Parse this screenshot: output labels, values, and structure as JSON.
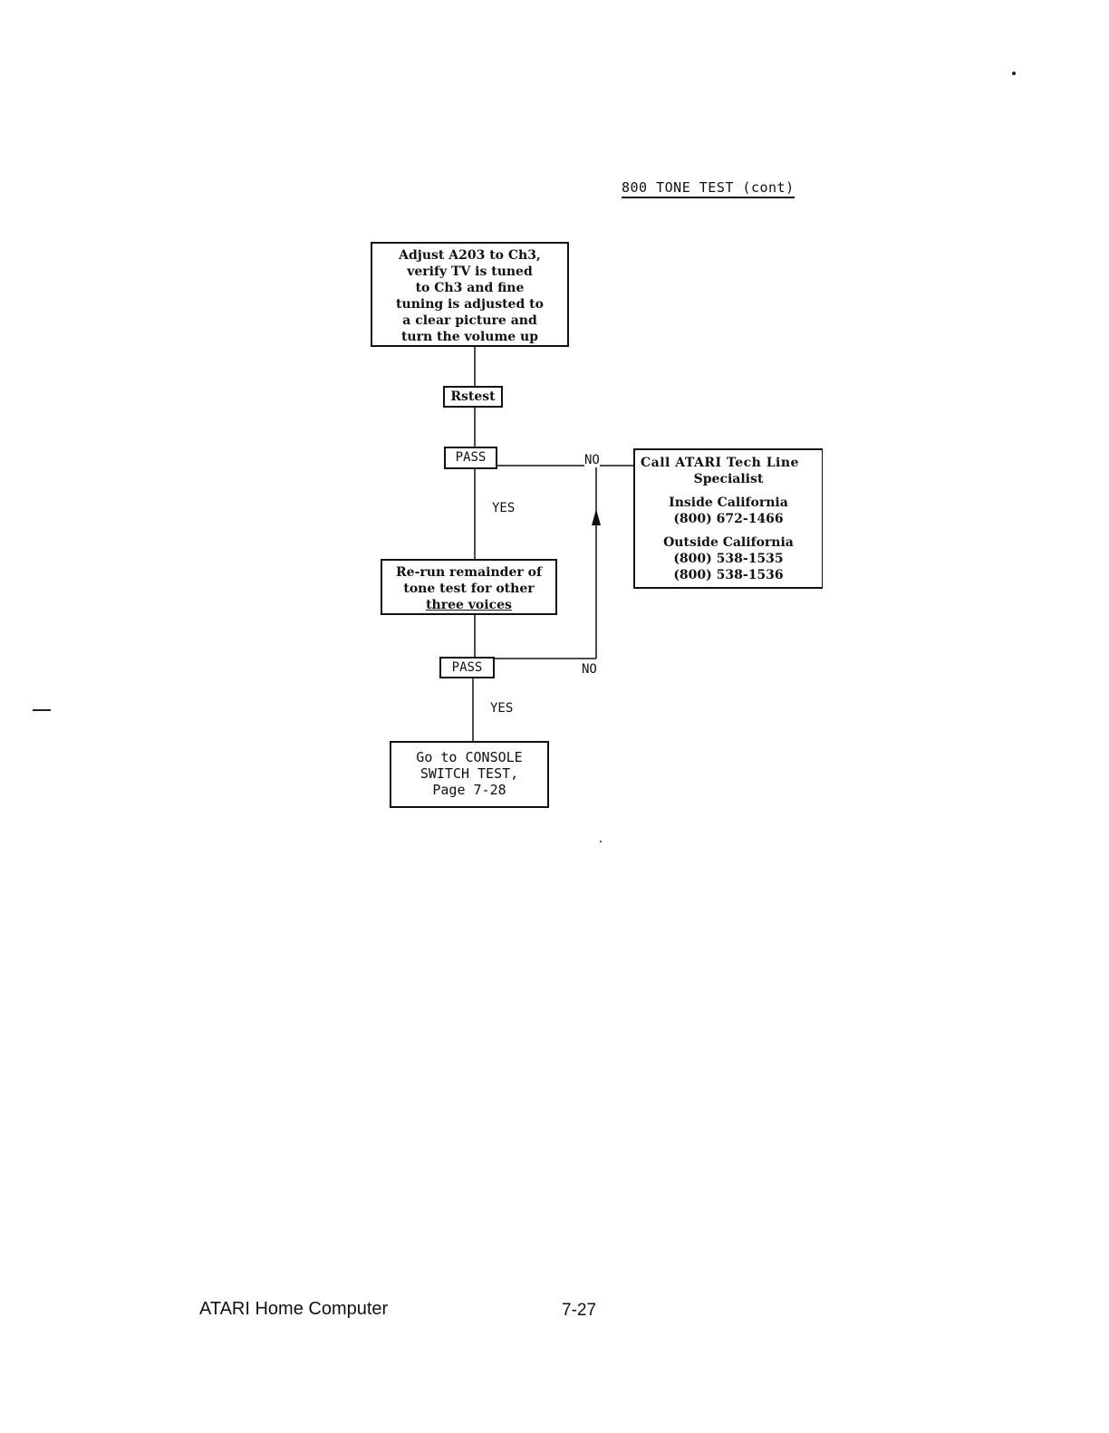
{
  "header": {
    "title": "800 TONE TEST (cont)"
  },
  "flowchart": {
    "adjust_box": {
      "lines": [
        "Adjust A203 to Ch3,",
        "verify TV is tuned",
        "to Ch3 and fine",
        "tuning is adjusted to",
        "a clear picture and",
        "turn the volume up"
      ]
    },
    "retest_box": {
      "label": "Rstest"
    },
    "pass_box_1": {
      "label": "PASS"
    },
    "yes_label_1": "YES",
    "no_label_1": "NO",
    "rerun_box": {
      "lines": [
        "Re-run remainder of",
        "tone test for other",
        "three voices"
      ]
    },
    "pass_box_2": {
      "label": "PASS"
    },
    "yes_label_2": "YES",
    "no_label_2": "NO",
    "console_box": {
      "lines": [
        "Go to CONSOLE",
        "SWITCH TEST,",
        "Page 7-28"
      ]
    },
    "call_box": {
      "title_line_1": "Call ATARI Tech Line",
      "title_line_2": "Specialist",
      "inside_label": "Inside California",
      "inside_phone": "(800) 672-1466",
      "outside_label": "Outside California",
      "outside_phone_1": "(800) 538-1535",
      "outside_phone_2": "(800) 538-1536"
    }
  },
  "footer": {
    "left": "ATARI Home Computer",
    "page_number": "7-27"
  }
}
